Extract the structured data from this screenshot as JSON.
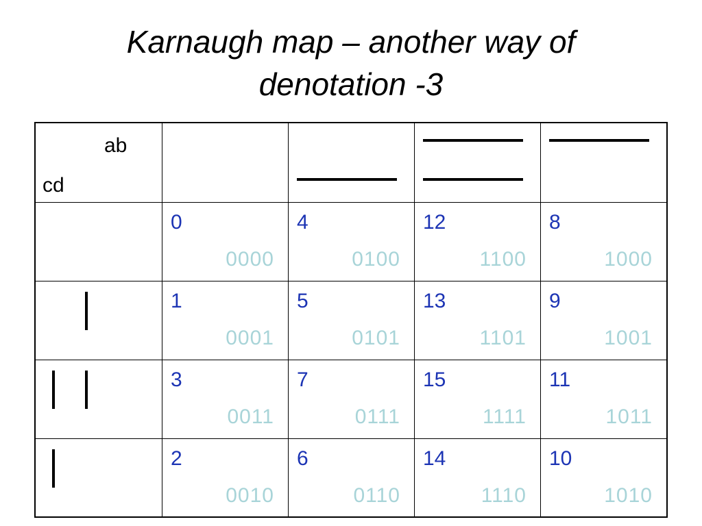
{
  "title": {
    "line1": "Karnaugh map – another way of",
    "line2": "denotation -3"
  },
  "corner": {
    "ab_label": "ab",
    "cd_label": "cd"
  },
  "colors": {
    "number": "#1c34b4",
    "binary": "#a8d4d8",
    "lines": "#000000"
  },
  "rows": [
    {
      "cells": [
        {
          "num": "0",
          "bin": "0000"
        },
        {
          "num": "4",
          "bin": "0100"
        },
        {
          "num": "12",
          "bin": "1100"
        },
        {
          "num": "8",
          "bin": "1000"
        }
      ]
    },
    {
      "cells": [
        {
          "num": "1",
          "bin": "0001"
        },
        {
          "num": "5",
          "bin": "0101"
        },
        {
          "num": "13",
          "bin": "1101"
        },
        {
          "num": "9",
          "bin": "1001"
        }
      ]
    },
    {
      "cells": [
        {
          "num": "3",
          "bin": "0011"
        },
        {
          "num": "7",
          "bin": "0111"
        },
        {
          "num": "15",
          "bin": "1111"
        },
        {
          "num": "11",
          "bin": "1011"
        }
      ]
    },
    {
      "cells": [
        {
          "num": "2",
          "bin": "0010"
        },
        {
          "num": "6",
          "bin": "0110"
        },
        {
          "num": "14",
          "bin": "1110"
        },
        {
          "num": "10",
          "bin": "1010"
        }
      ]
    }
  ]
}
